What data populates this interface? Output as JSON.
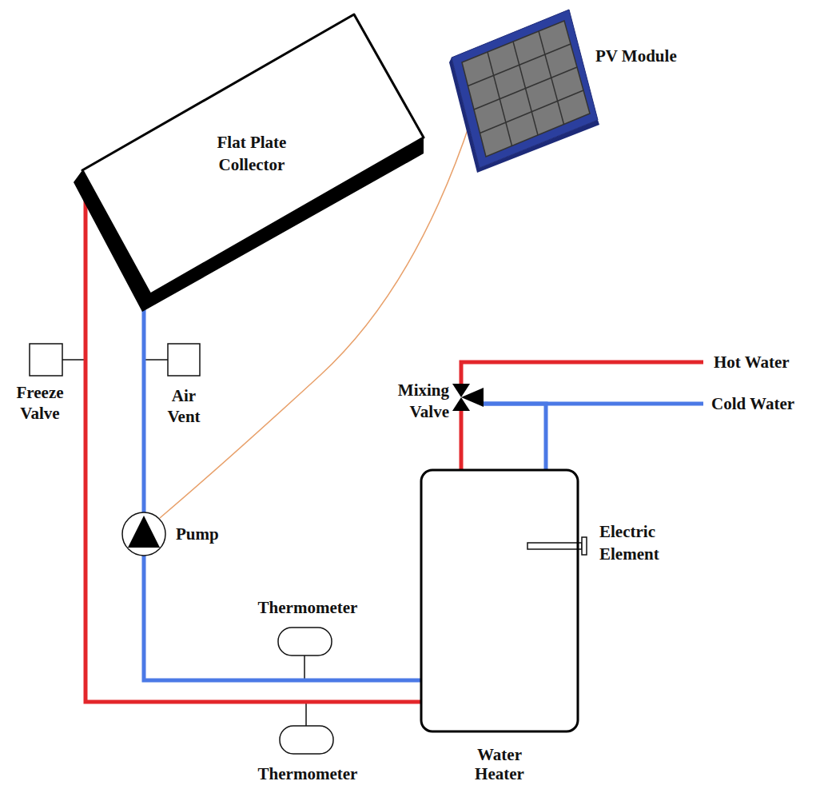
{
  "diagram": {
    "nodes": [
      {
        "text": [
          "Flat Plate Collector"
        ]
      },
      {
        "text": [
          "PV Module"
        ]
      },
      {
        "text": [
          "Freeze Valve"
        ]
      },
      {
        "text": [
          "Air Vent"
        ]
      },
      {
        "text": [
          "Mixing Valve"
        ]
      },
      {
        "text": [
          "Pump"
        ]
      },
      {
        "text": [
          "Water Heater"
        ]
      },
      {
        "text": [
          "Thermometer"
        ]
      },
      {
        "text": [
          "Thermometer"
        ]
      }
    ],
    "edges": [
      {
        "from": 0,
        "to": 6,
        "arrow": "none"
      },
      {
        "from": 6,
        "to": 5,
        "arrow": "none"
      },
      {
        "from": 5,
        "to": 0,
        "arrow": "none"
      },
      {
        "from": 1,
        "to": 5,
        "arrow": "none"
      },
      {
        "from": 4,
        "to": 6,
        "arrow": "none"
      },
      {
        "from": 4,
        "to": 6,
        "arrow": "none"
      }
    ],
    "labels": [
      "Hot Water",
      "Cold Water",
      "Electric Element"
    ]
  }
}
